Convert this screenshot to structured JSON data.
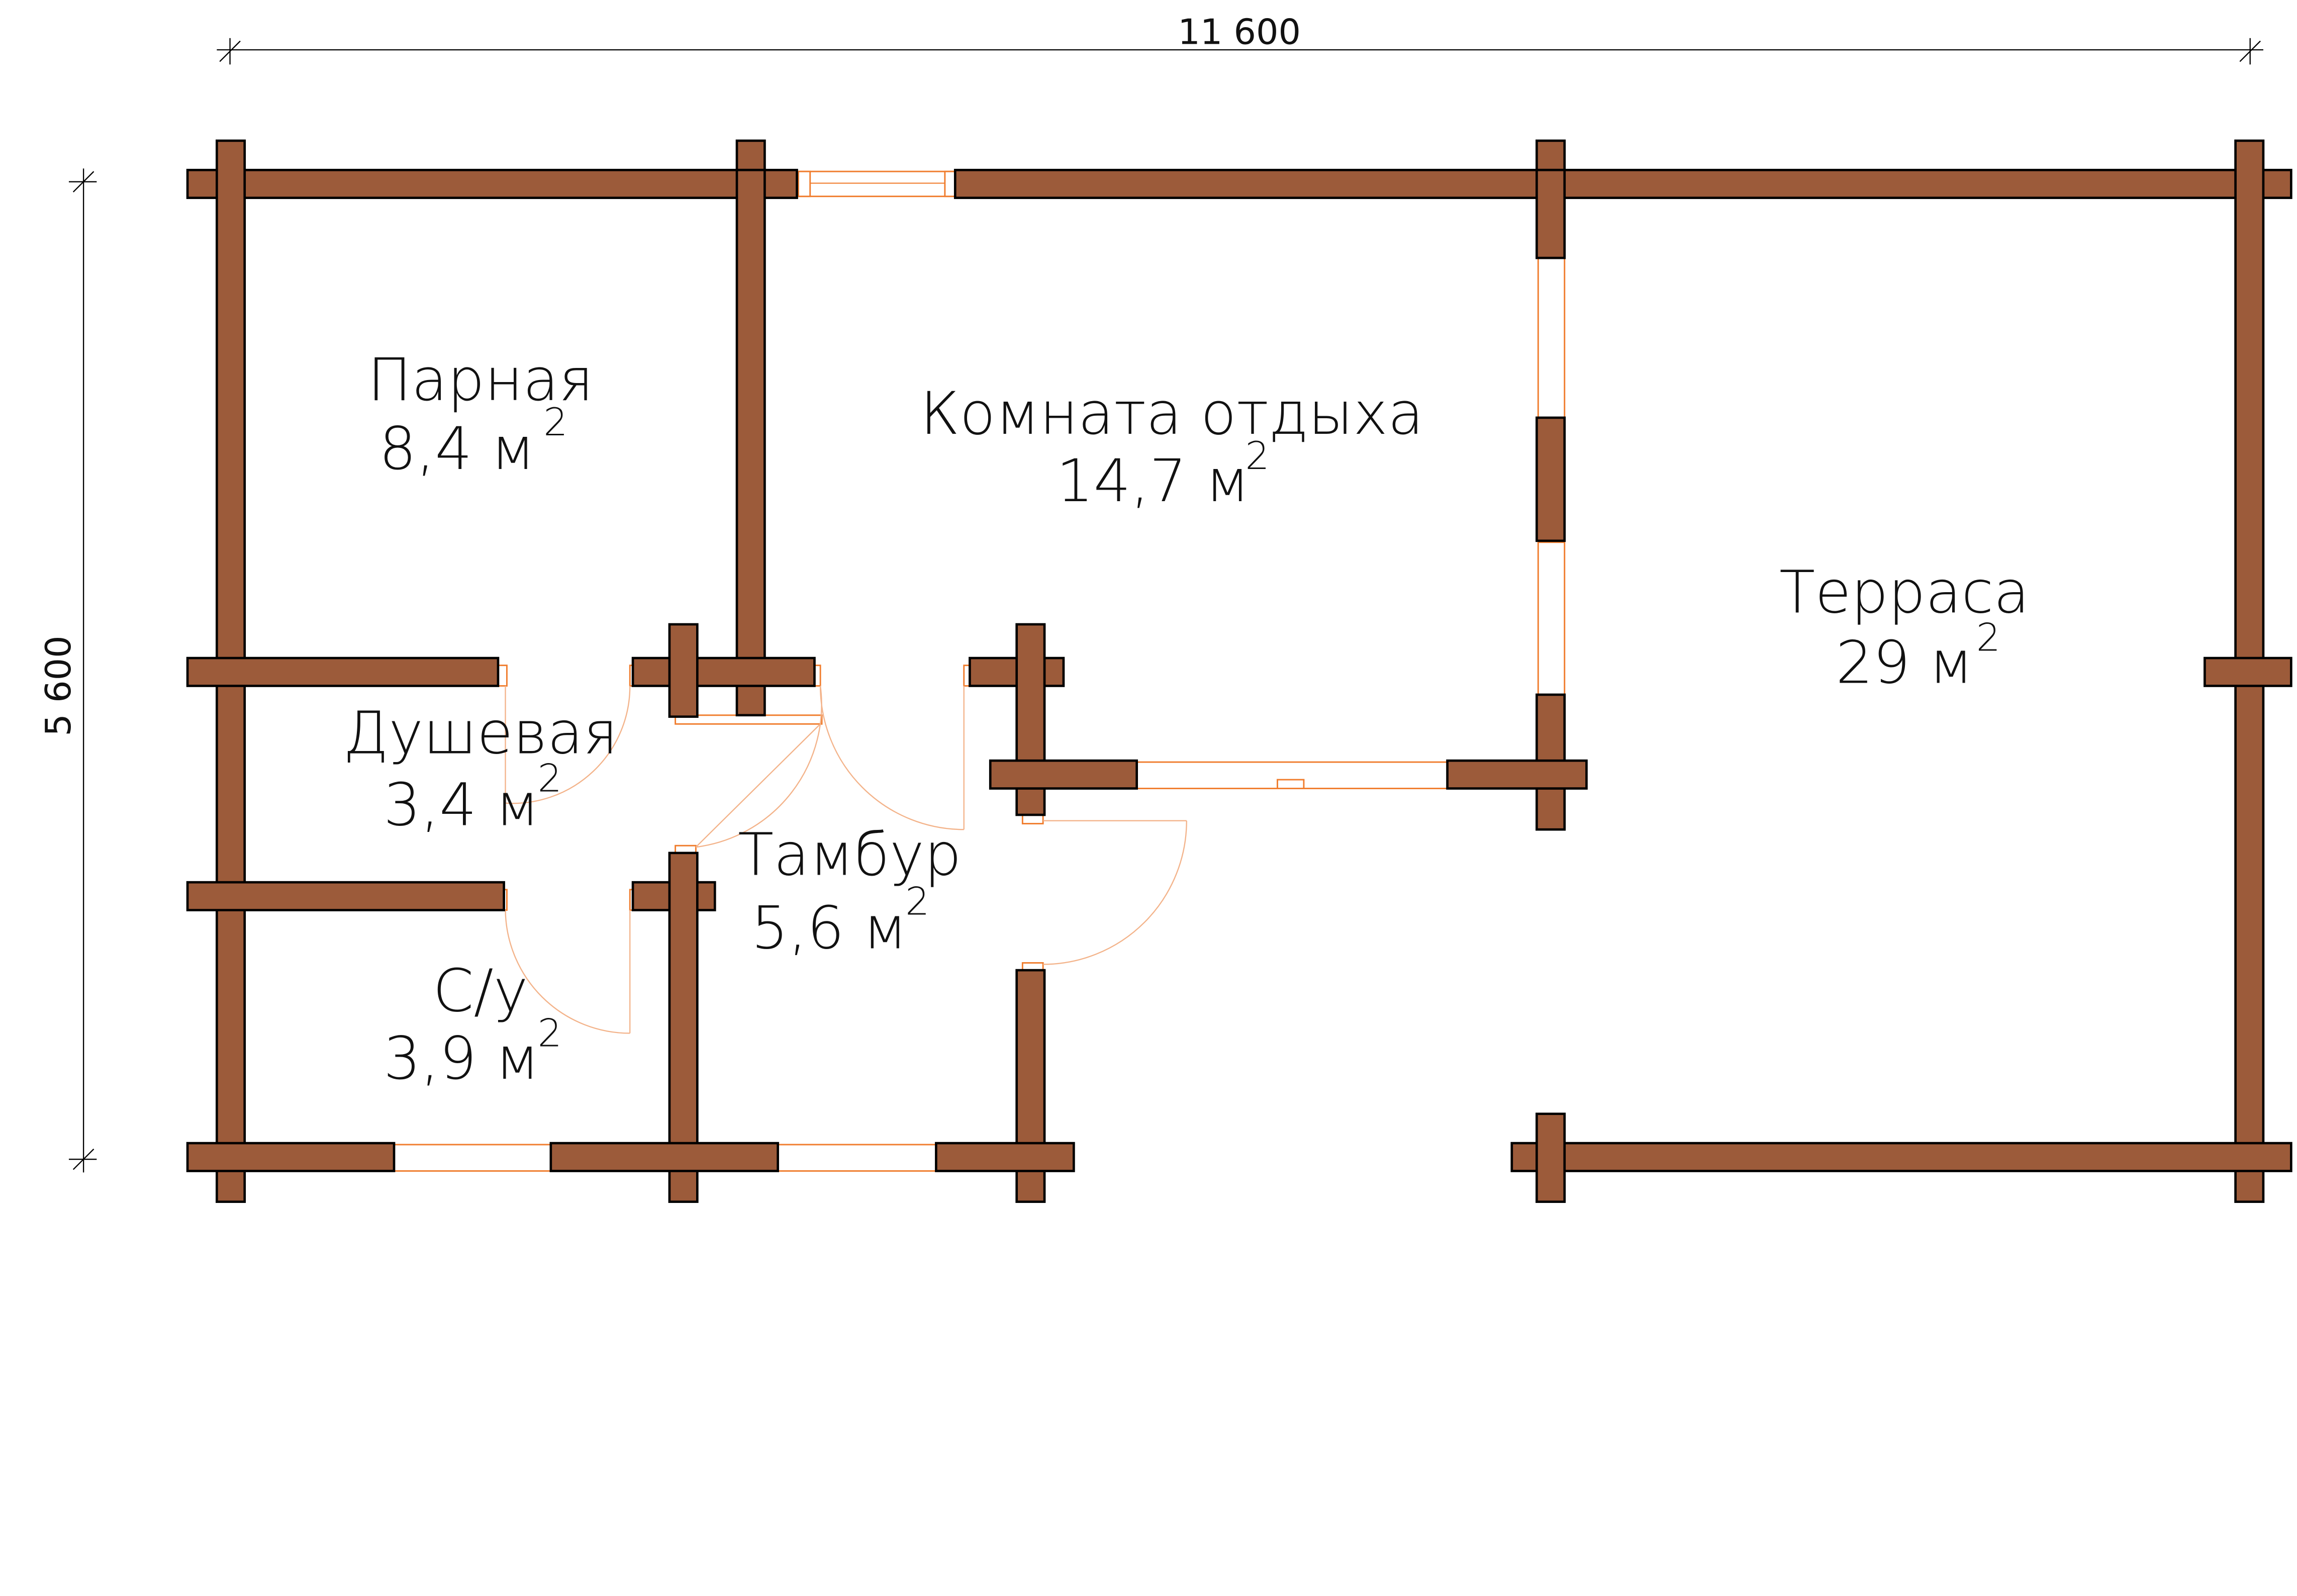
{
  "dimensions": {
    "width_label": "11 600",
    "height_label": "5 600"
  },
  "rooms": [
    {
      "name": "Парная",
      "area": "8,4",
      "unit": "м",
      "sup": "2"
    },
    {
      "name": "Комната отдыха",
      "area": "14,7",
      "unit": "м",
      "sup": "2"
    },
    {
      "name": "Терраса",
      "area": "29",
      "unit": "м",
      "sup": "2"
    },
    {
      "name": "Душевая",
      "area": "3,4",
      "unit": "м",
      "sup": "2"
    },
    {
      "name": "Тамбур",
      "area": "5,6",
      "unit": "м",
      "sup": "2"
    },
    {
      "name": "С/у",
      "area": "3,9",
      "unit": "м",
      "sup": "2"
    }
  ],
  "colors": {
    "wall": "#9c5b3a",
    "window": "#f07d2e",
    "door_arc": "#f3b38a"
  }
}
